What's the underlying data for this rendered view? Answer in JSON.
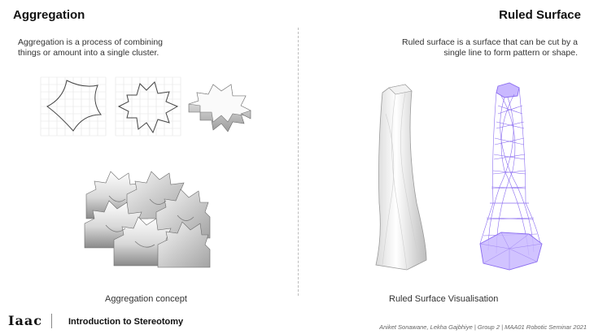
{
  "left": {
    "title": "Aggregation",
    "description_line1": "Aggregation is a process of combining",
    "description_line2": "things or amount into a single cluster.",
    "caption": "Aggregation concept"
  },
  "right": {
    "title": "Ruled Surface",
    "description_line1": "Ruled surface is a surface that can be cut by a",
    "description_line2": "single line to form pattern or shape.",
    "caption": "Ruled Surface Visualisation"
  },
  "footer": {
    "logo_text": "Iaac",
    "title": "Introduction to Stereotomy",
    "credits": "Aniket Sonawane, Lekha Gajbhiye | Group 2 | MAA01 Robotic Seminar 2021"
  },
  "colors": {
    "accent_violet": "#8a6cf0",
    "violet_fill": "#c9b8ff",
    "grid": "#e3e3e3"
  }
}
